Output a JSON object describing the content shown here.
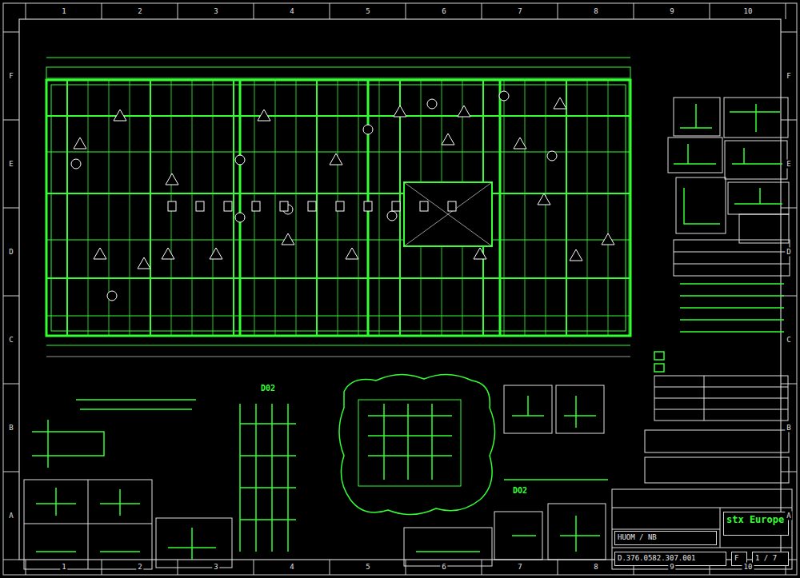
{
  "diagram": {
    "nodes": [
      {
        "text": [
          "HUOM / NB"
        ]
      },
      {
        "text": [
          "stx Europe"
        ]
      },
      {
        "text": [
          "D.376.0582.307.001"
        ]
      },
      {
        "text": [
          "F"
        ]
      },
      {
        "text": [
          "1 / 7"
        ]
      }
    ],
    "labels": [
      "1",
      "2",
      "3",
      "4",
      "5",
      "6",
      "7",
      "8",
      "9",
      "10",
      "1",
      "2",
      "3",
      "4",
      "5",
      "6",
      "7",
      "8",
      "9",
      "10",
      "F",
      "E",
      "D",
      "C",
      "B",
      "A",
      "F",
      "E",
      "D",
      "C",
      "B",
      "A",
      "D02",
      "DO2"
    ]
  }
}
